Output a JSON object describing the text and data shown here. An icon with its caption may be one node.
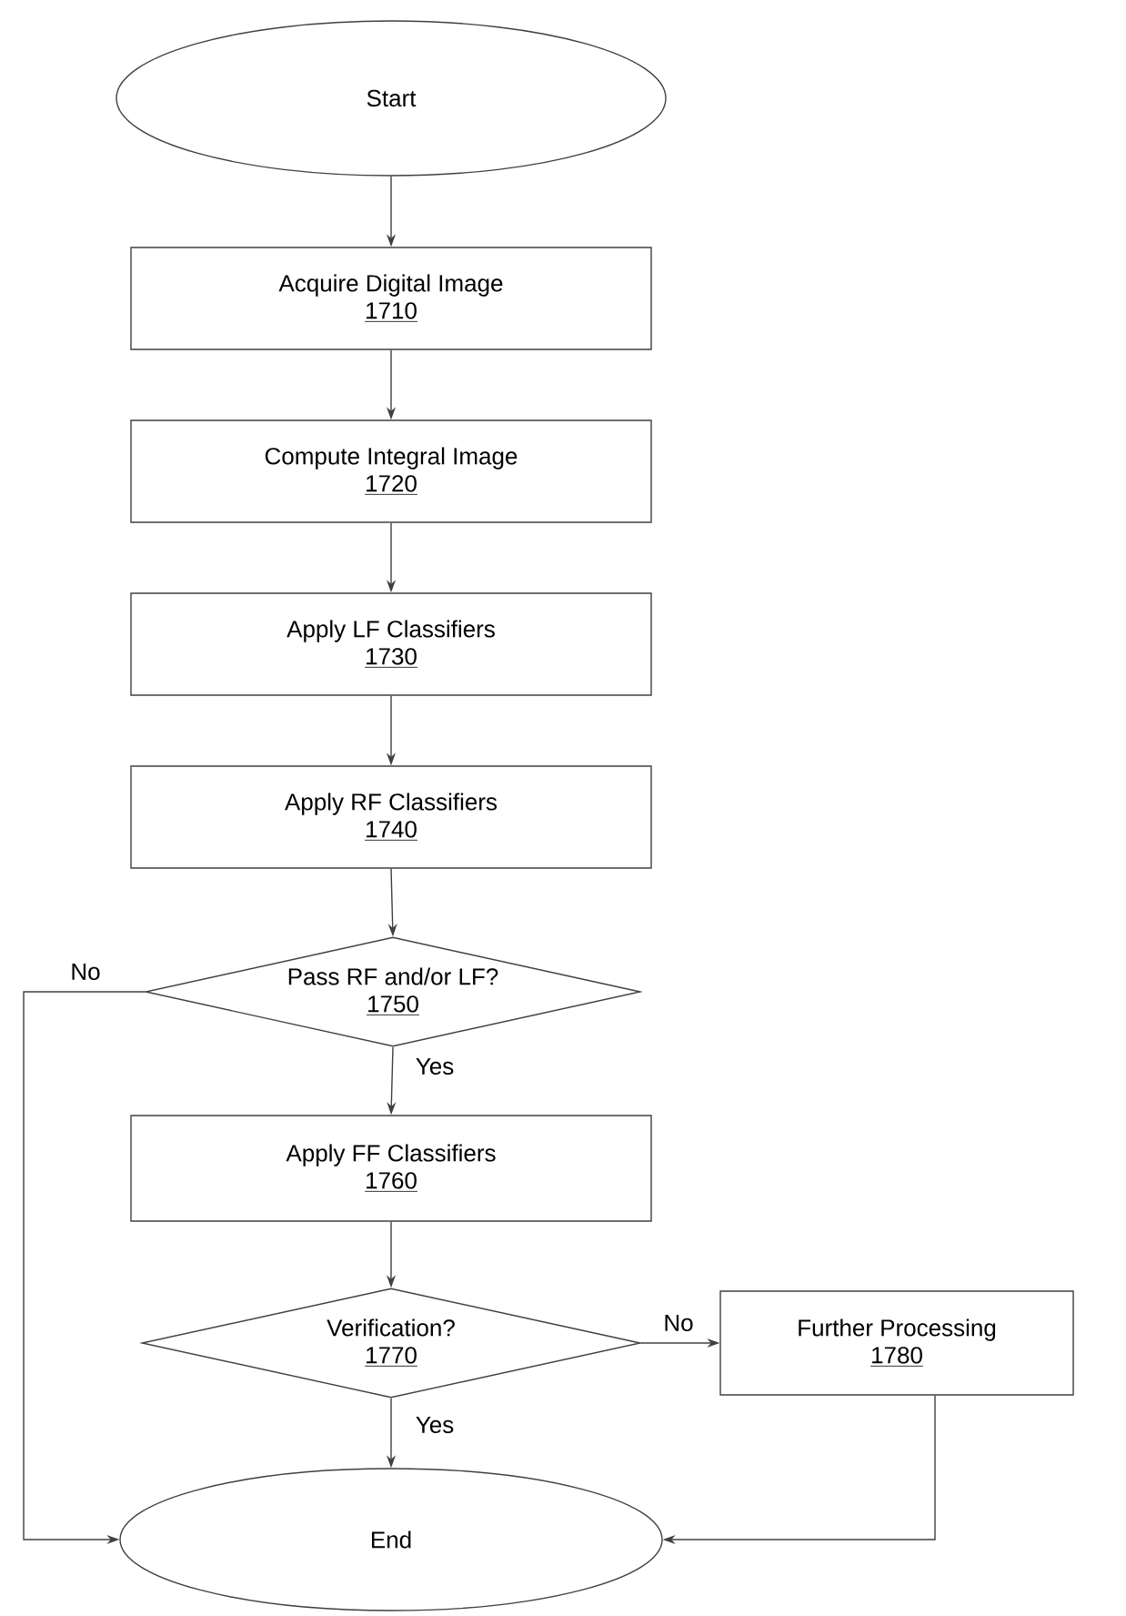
{
  "diagram": {
    "nodes": [
      {
        "text": [
          "Start"
        ]
      },
      {
        "text": [
          "Acquire Digital Image",
          "1710"
        ]
      },
      {
        "text": [
          "Compute Integral Image",
          "1720"
        ]
      },
      {
        "text": [
          "Apply LF Classifiers",
          "1730"
        ]
      },
      {
        "text": [
          "Apply RF Classifiers",
          "1740"
        ]
      },
      {
        "text": [
          "Pass RF and/or LF?",
          "1750"
        ]
      },
      {
        "text": [
          "Apply FF Classifiers",
          "1760"
        ]
      },
      {
        "text": [
          "Verification?",
          "1770"
        ]
      },
      {
        "text": [
          "Further Processing",
          "1780"
        ]
      },
      {
        "text": [
          "End"
        ]
      }
    ],
    "edges": [
      {
        "from": 0,
        "to": 1,
        "arrow": "to"
      },
      {
        "from": 1,
        "to": 2,
        "arrow": "to"
      },
      {
        "from": 2,
        "to": 3,
        "arrow": "to"
      },
      {
        "from": 3,
        "to": 4,
        "arrow": "to"
      },
      {
        "from": 4,
        "to": 5,
        "arrow": "to"
      },
      {
        "from": 5,
        "to": 6,
        "arrow": "to",
        "label": "Yes"
      },
      {
        "from": 5,
        "to": 9,
        "arrow": "to",
        "label": "No"
      },
      {
        "from": 6,
        "to": 7,
        "arrow": "to"
      },
      {
        "from": 7,
        "to": 8,
        "arrow": "to",
        "label": "No"
      },
      {
        "from": 7,
        "to": 9,
        "arrow": "to",
        "label": "Yes"
      },
      {
        "from": 8,
        "to": 9,
        "arrow": "to"
      }
    ]
  }
}
